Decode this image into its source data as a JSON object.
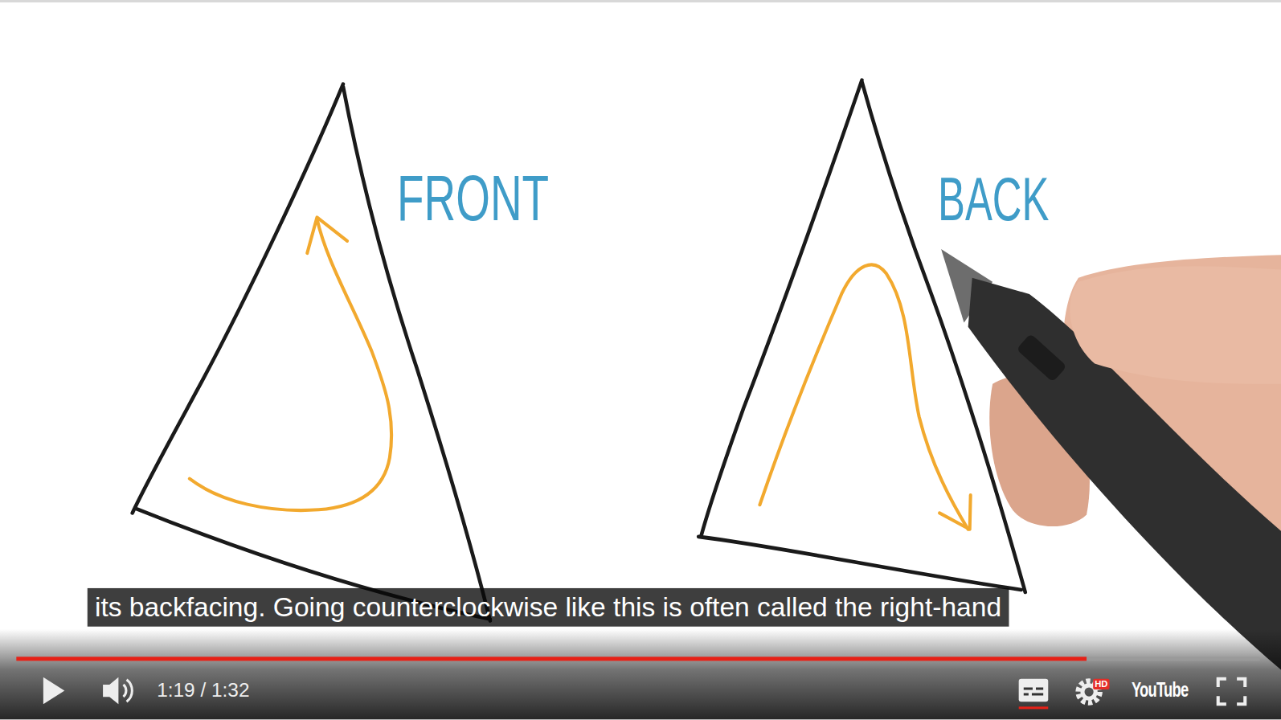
{
  "diagram": {
    "labels": [
      "FRONT",
      "BACK",
      "its backfacing. Going counterclockwise like this is often called the right-hand",
      "1:19 / 1:32",
      "HD",
      "YouTube"
    ]
  }
}
